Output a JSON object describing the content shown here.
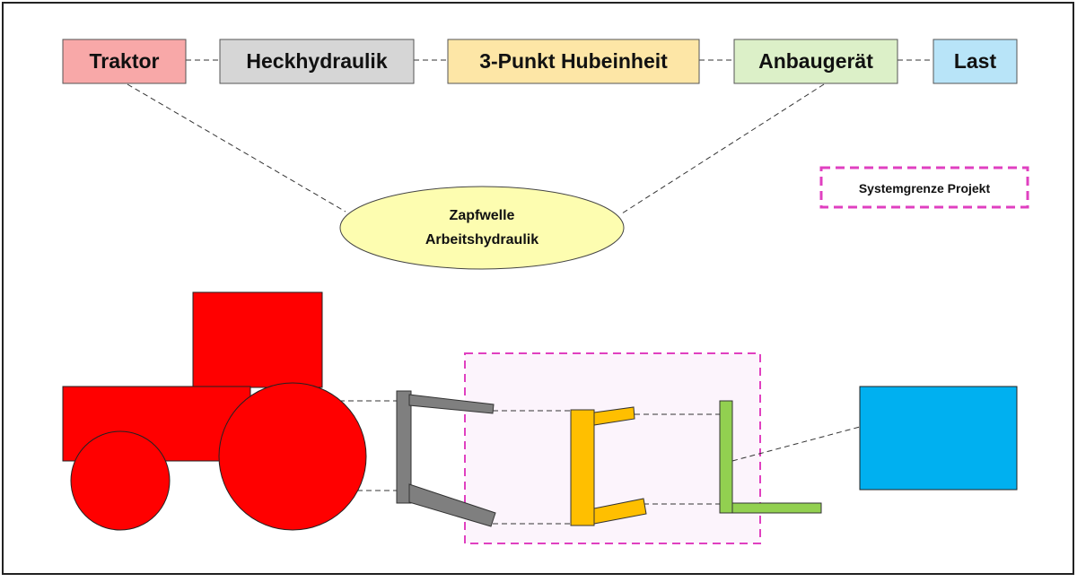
{
  "nodes": {
    "traktor": {
      "label": "Traktor",
      "fill": "#F8A8A8"
    },
    "heckhydraulik": {
      "label": "Heckhydraulik",
      "fill": "#D6D6D6"
    },
    "hubeinheit": {
      "label": "3-Punkt Hubeinheit",
      "fill": "#FDE6A6"
    },
    "anbaugeraet": {
      "label": "Anbaugerät",
      "fill": "#DCF0C8"
    },
    "last": {
      "label": "Last",
      "fill": "#B8E4F8"
    }
  },
  "interface": {
    "line1": "Zapfwelle",
    "line2": "Arbeitshydraulik",
    "fill": "#FDFDB0"
  },
  "legend": {
    "label": "Systemgrenze Projekt",
    "color": "#E040C0"
  },
  "colors": {
    "tractor": "#FF0000",
    "hydraulics": "#7F7F7F",
    "hitch": "#FFBF00",
    "implement": "#92D050",
    "load": "#00B0F0",
    "boundary_fill": "#FCF4FC"
  }
}
